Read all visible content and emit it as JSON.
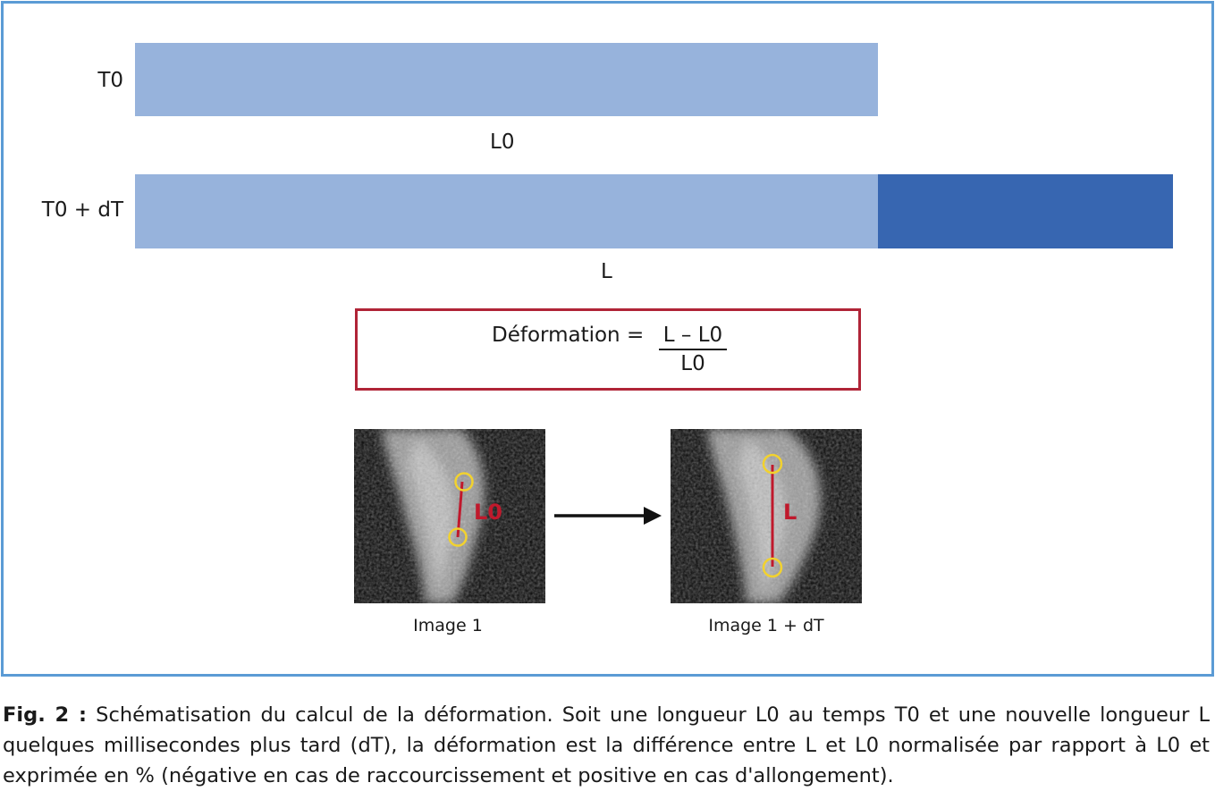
{
  "rows": {
    "t0": {
      "label": "T0",
      "length_label": "L0"
    },
    "t0dt": {
      "label": "T0 + dT",
      "length_label": "L"
    }
  },
  "formula": {
    "lhs": "Déformation =",
    "numerator": "L – L0",
    "denominator": "L0"
  },
  "images": [
    {
      "caption": "Image 1",
      "marker_label": "L0"
    },
    {
      "caption": "Image 1 + dT",
      "marker_label": "L"
    }
  ],
  "caption": {
    "label": "Fig. 2 :",
    "text": " Schématisation du calcul de la déformation. Soit une longueur L0 au temps T0 et une nouvelle longueur L quelques millisecondes plus tard (dT), la déformation est la différence entre L et L0 normalisée par rapport à L0 et exprimée en % (négative en cas de raccourcissement et positive en cas d'allongement)."
  },
  "colors": {
    "frame": "#5b9bd5",
    "bar_base": "#97b3dc",
    "bar_extension": "#3766b1",
    "formula_border": "#b02437",
    "marker_circle": "#f2d22e",
    "marker_line": "#c0192c"
  }
}
